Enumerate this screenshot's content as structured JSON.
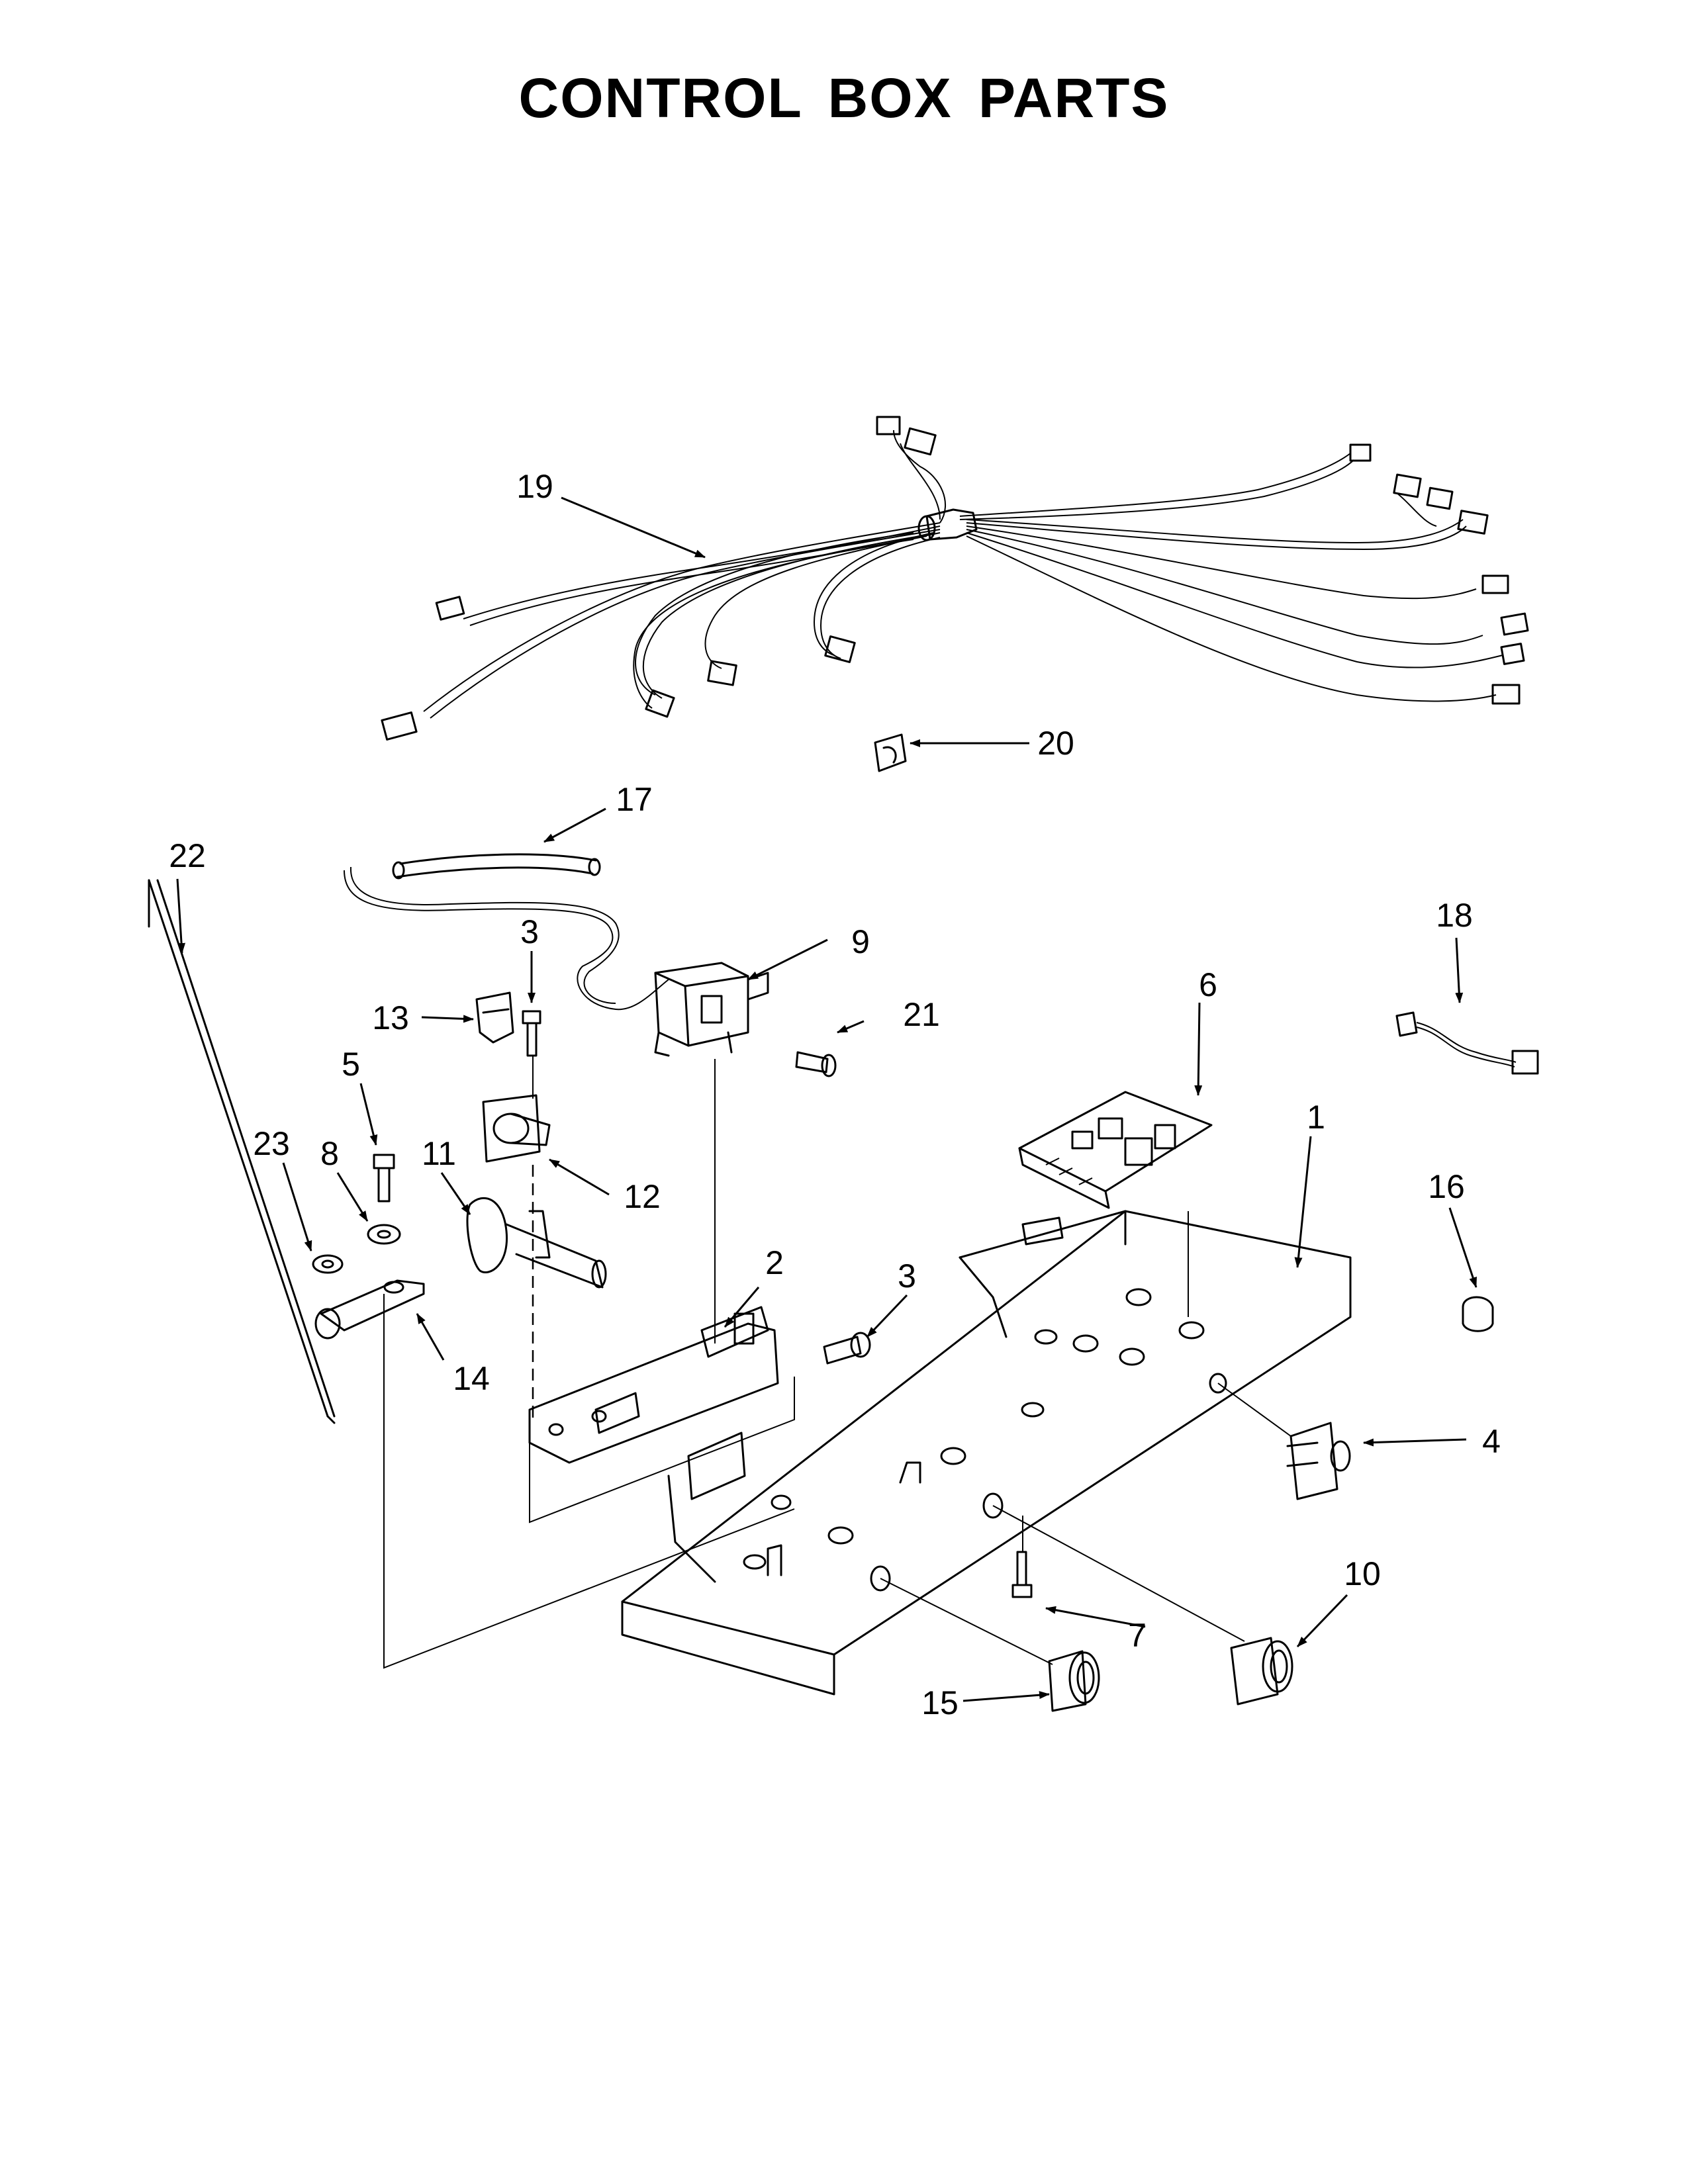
{
  "title": "CONTROL BOX PARTS",
  "callouts": {
    "c1": "1",
    "c2": "2",
    "c3a": "3",
    "c3b": "3",
    "c4": "4",
    "c5": "5",
    "c6": "6",
    "c7": "7",
    "c8": "8",
    "c9": "9",
    "c10": "10",
    "c11": "11",
    "c12": "12",
    "c13": "13",
    "c14": "14",
    "c15": "15",
    "c16": "16",
    "c17": "17",
    "c18": "18",
    "c19": "19",
    "c20": "20",
    "c21": "21",
    "c22": "22",
    "c23": "23"
  }
}
